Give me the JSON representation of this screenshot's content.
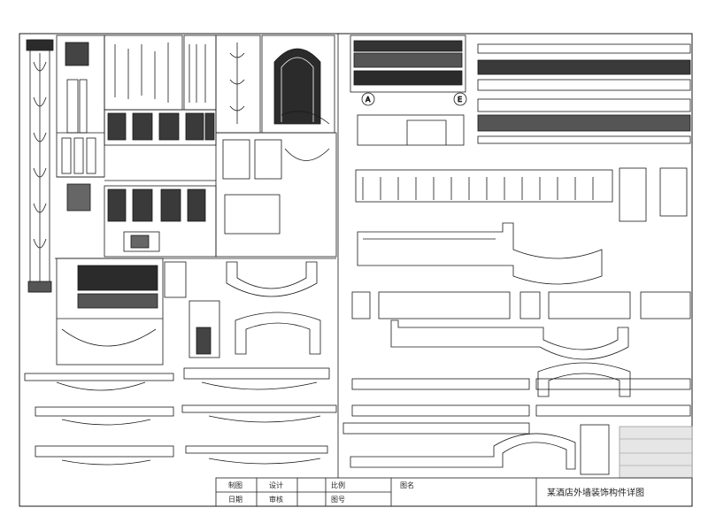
{
  "title_block": {
    "label_a": "制图",
    "label_b": "日期",
    "label_c": "设计",
    "label_d": "审核",
    "label_e": "比例",
    "label_f": "图号",
    "name_label": "图名",
    "drawing_title": "某酒店外墙装饰构件详图"
  },
  "view_labels": {
    "axis_a": "A",
    "axis_b": "E"
  },
  "colors": {
    "line": "#1a1a1a",
    "fill_dark": "#2b2b2b",
    "paper": "#ffffff"
  }
}
